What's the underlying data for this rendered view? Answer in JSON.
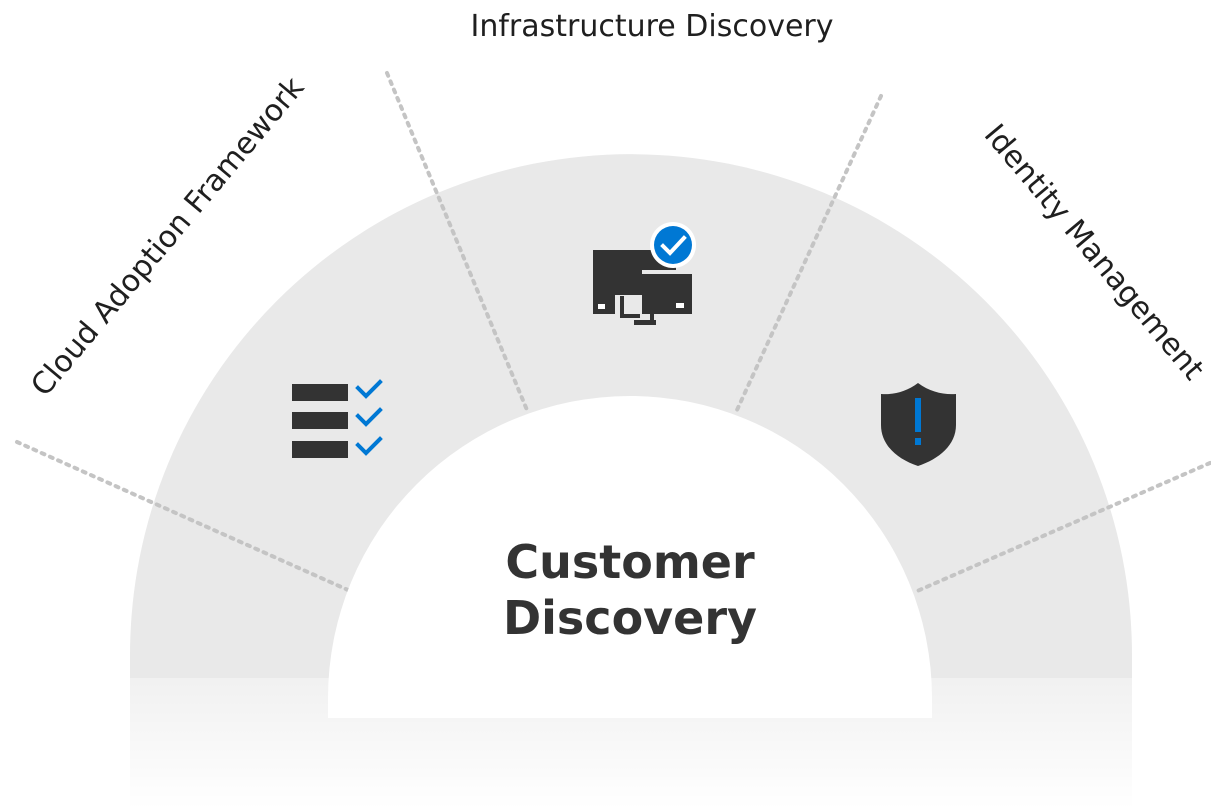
{
  "diagram": {
    "segments": [
      {
        "id": "cloud-adoption",
        "label": "Cloud Adoption Framework",
        "icon": "checklist-icon"
      },
      {
        "id": "infrastructure",
        "label": "Infrastructure Discovery",
        "icon": "computers-check-icon"
      },
      {
        "id": "identity",
        "label": "Identity Management",
        "icon": "shield-alert-icon"
      }
    ],
    "center": {
      "line1": "Customer",
      "line2": "Discovery"
    }
  },
  "colors": {
    "arc_fill": "#e9e9e9",
    "icon_dark": "#333333",
    "accent_blue": "#0078d4",
    "divider": "#c4c4c4",
    "text": "#1f1f1f"
  }
}
